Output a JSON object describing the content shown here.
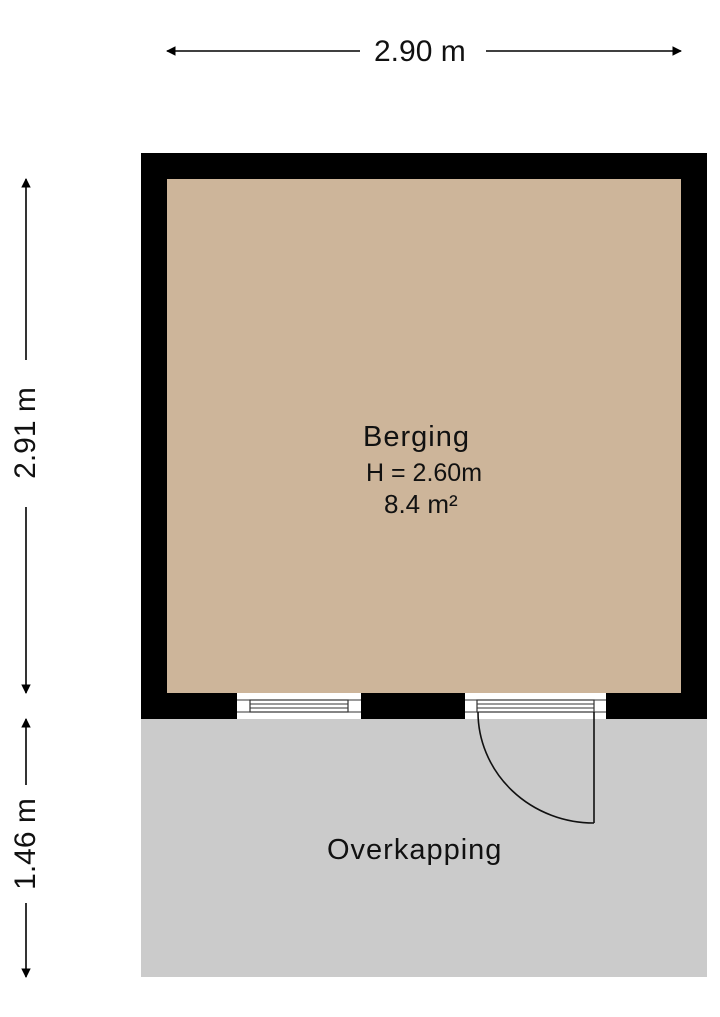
{
  "dimensions": {
    "width": {
      "label": "2.90 m"
    },
    "height_berging": {
      "label": "2.91 m"
    },
    "height_overkapping": {
      "label": "1.46 m"
    }
  },
  "rooms": [
    {
      "name": "Berging",
      "height": "H = 2.60m",
      "area": "8.4 m²",
      "fill": "#cdb59a"
    },
    {
      "name": "Overkapping",
      "fill": "#cbcbcb"
    }
  ],
  "colors": {
    "wall": "#000000",
    "berging_floor": "#cdb59a",
    "overkapping_floor": "#cbcbcb",
    "background": "#ffffff"
  }
}
